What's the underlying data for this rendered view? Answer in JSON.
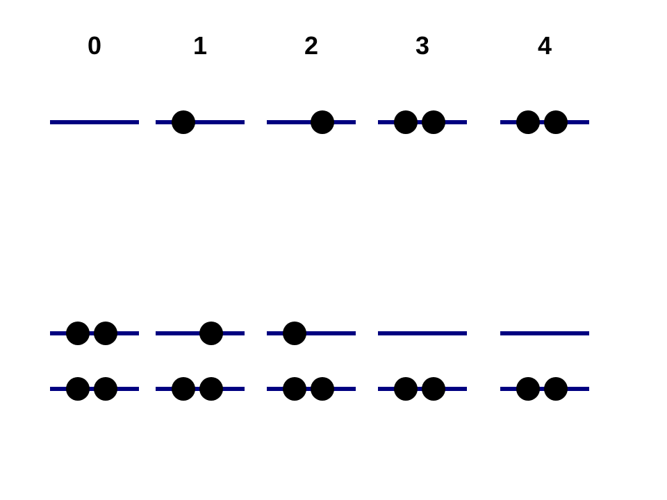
{
  "colors": {
    "line": "#000080",
    "electron": "#000000",
    "label": "#000000",
    "background": "#ffffff"
  },
  "columns": [
    {
      "label": "0",
      "upper_level": "empty",
      "lower_levels": [
        "paired",
        "paired"
      ]
    },
    {
      "label": "1",
      "upper_level": "single-left",
      "lower_levels": [
        "single-right",
        "paired"
      ]
    },
    {
      "label": "2",
      "upper_level": "single-right",
      "lower_levels": [
        "single-left",
        "paired"
      ]
    },
    {
      "label": "3",
      "upper_level": "paired",
      "lower_levels": [
        "empty",
        "paired"
      ]
    },
    {
      "label": "4",
      "upper_level": "paired",
      "lower_levels": [
        "empty",
        "paired"
      ]
    }
  ]
}
